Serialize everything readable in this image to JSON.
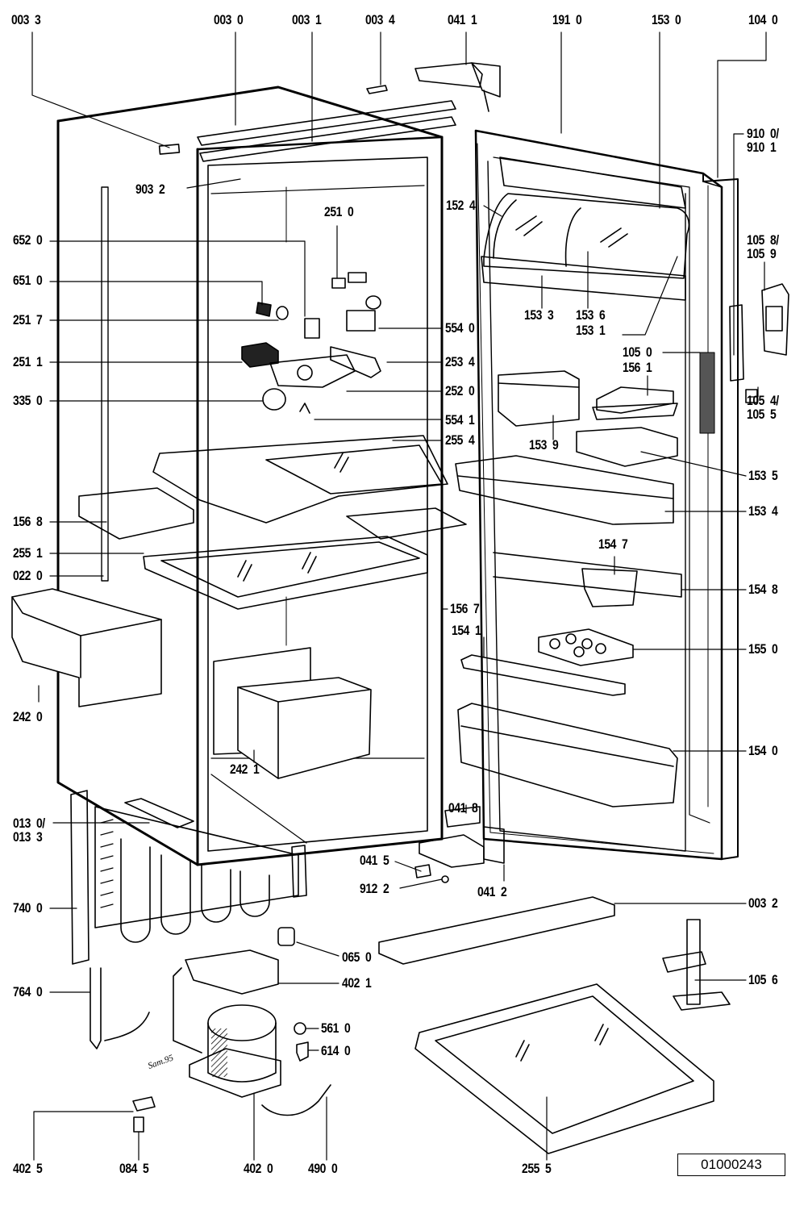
{
  "diagram": {
    "title": "Refrigerator exploded parts diagram",
    "reference_number": "01000243",
    "signature": "Sam.95",
    "part_labels": [
      {
        "id": "003-3",
        "text": "003  3"
      },
      {
        "id": "003-0",
        "text": "003  0"
      },
      {
        "id": "003-1",
        "text": "003  1"
      },
      {
        "id": "003-4",
        "text": "003  4"
      },
      {
        "id": "041-1",
        "text": "041  1"
      },
      {
        "id": "191-0",
        "text": "191  0"
      },
      {
        "id": "153-0",
        "text": "153  0"
      },
      {
        "id": "104-0",
        "text": "104  0"
      },
      {
        "id": "910-0-910-1",
        "text": "910  0/\n910  1"
      },
      {
        "id": "903-2",
        "text": "903  2"
      },
      {
        "id": "251-0",
        "text": "251  0"
      },
      {
        "id": "152-4",
        "text": "152  4"
      },
      {
        "id": "105-8-105-9",
        "text": "105  8/\n105  9"
      },
      {
        "id": "652-0",
        "text": "652  0"
      },
      {
        "id": "651-0",
        "text": "651  0"
      },
      {
        "id": "251-7",
        "text": "251  7"
      },
      {
        "id": "554-0",
        "text": "554  0"
      },
      {
        "id": "153-3",
        "text": "153  3"
      },
      {
        "id": "153-6",
        "text": "153  6"
      },
      {
        "id": "153-1",
        "text": "153  1"
      },
      {
        "id": "105-0",
        "text": "105  0"
      },
      {
        "id": "156-1",
        "text": "156  1"
      },
      {
        "id": "251-1",
        "text": "251  1"
      },
      {
        "id": "253-4",
        "text": "253  4"
      },
      {
        "id": "252-0",
        "text": "252  0"
      },
      {
        "id": "335-0",
        "text": "335  0"
      },
      {
        "id": "554-1",
        "text": "554  1"
      },
      {
        "id": "153-9",
        "text": "153  9"
      },
      {
        "id": "105-4-105-5",
        "text": "105  4/\n105  5"
      },
      {
        "id": "255-4",
        "text": "255  4"
      },
      {
        "id": "153-5",
        "text": "153  5"
      },
      {
        "id": "156-8",
        "text": "156  8"
      },
      {
        "id": "153-4",
        "text": "153  4"
      },
      {
        "id": "154-7",
        "text": "154  7"
      },
      {
        "id": "255-1",
        "text": "255  1"
      },
      {
        "id": "022-0",
        "text": "022  0"
      },
      {
        "id": "154-8",
        "text": "154  8"
      },
      {
        "id": "156-7",
        "text": "156  7"
      },
      {
        "id": "154-1",
        "text": "154  1"
      },
      {
        "id": "155-0",
        "text": "155  0"
      },
      {
        "id": "242-0",
        "text": "242  0"
      },
      {
        "id": "154-0",
        "text": "154  0"
      },
      {
        "id": "242-1",
        "text": "242  1"
      },
      {
        "id": "041-8",
        "text": "041  8"
      },
      {
        "id": "013-0-013-3",
        "text": "013  0/\n013  3"
      },
      {
        "id": "041-5",
        "text": "041  5"
      },
      {
        "id": "912-2",
        "text": "912  2"
      },
      {
        "id": "041-2",
        "text": "041  2"
      },
      {
        "id": "740-0",
        "text": "740  0"
      },
      {
        "id": "003-2",
        "text": "003  2"
      },
      {
        "id": "065-0",
        "text": "065  0"
      },
      {
        "id": "402-1",
        "text": "402  1"
      },
      {
        "id": "105-6",
        "text": "105  6"
      },
      {
        "id": "764-0",
        "text": "764  0"
      },
      {
        "id": "561-0",
        "text": "561  0"
      },
      {
        "id": "614-0",
        "text": "614  0"
      },
      {
        "id": "402-5",
        "text": "402  5"
      },
      {
        "id": "084-5",
        "text": "084  5"
      },
      {
        "id": "402-0",
        "text": "402  0"
      },
      {
        "id": "490-0",
        "text": "490  0"
      },
      {
        "id": "255-5",
        "text": "255  5"
      }
    ]
  }
}
